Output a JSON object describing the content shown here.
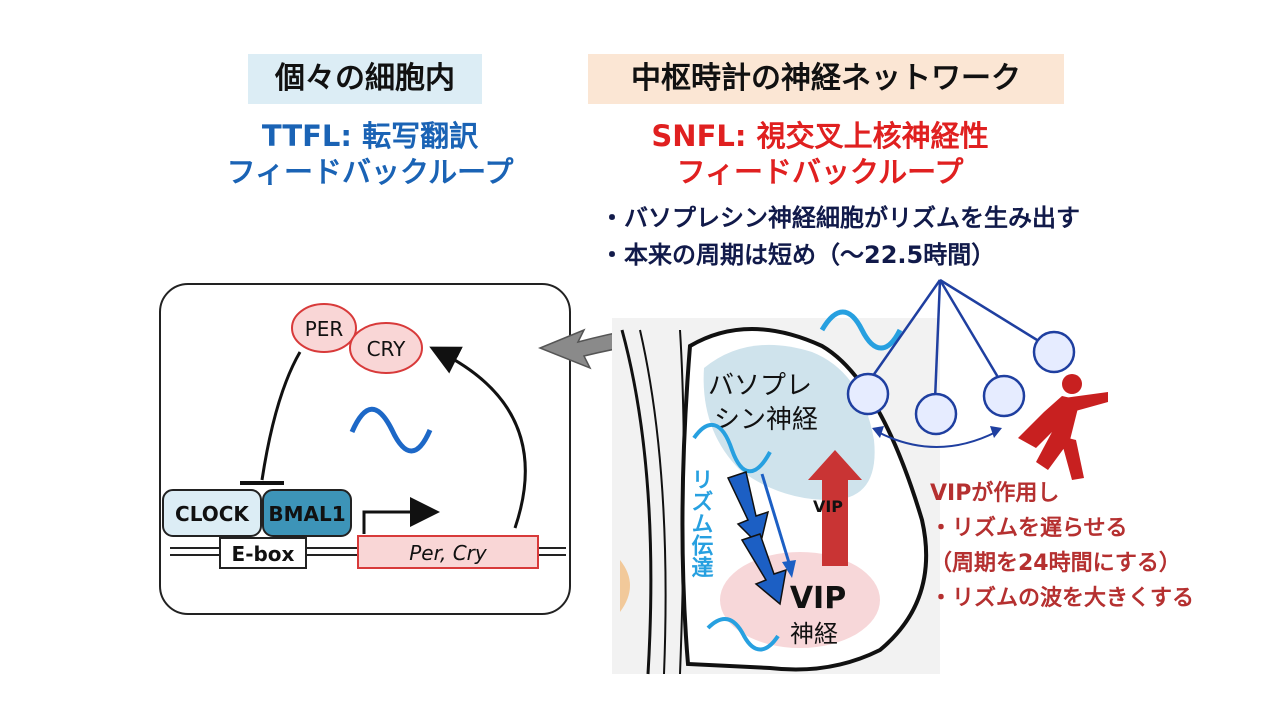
{
  "headers": {
    "left": "個々の細胞内",
    "right": "中枢時計の神経ネットワーク"
  },
  "ttfl": {
    "abbr": "TTFL:",
    "name": "転写翻訳",
    "line2": "フィードバックループ"
  },
  "snfl": {
    "abbr": "SNFL:",
    "name": "視交叉上核神経性",
    "line2": "フィードバックループ"
  },
  "bullets": [
    "・バソプレシン神経細胞がリズムを生み出す",
    "・本来の周期は短め（～22.5時間）"
  ],
  "cell_diagram": {
    "per": "PER",
    "cry": "CRY",
    "clock": "CLOCK",
    "bmal1": "BMAL1",
    "ebox": "E-box",
    "gene": "Per, Cry"
  },
  "scn": {
    "avp_line1": "バソプレ",
    "avp_line2": "シン神経",
    "vip_big": "VIP",
    "vip_small": "神経",
    "vip_arrow_label": "VIP",
    "rhythm_transfer": "リズム伝達"
  },
  "vip_note": {
    "heading": "VIPが作用し",
    "items": [
      "・リズムを遅らせる",
      "（周期を24時間にする）",
      "・リズムの波を大きくする"
    ]
  },
  "colors": {
    "blue_title": "#1a63b5",
    "red_title": "#e02020",
    "network_blue": "#1f3fa0",
    "vip_red": "#b53030",
    "avp_region": "#cfe3ec",
    "vip_region": "#f7d7d9"
  }
}
